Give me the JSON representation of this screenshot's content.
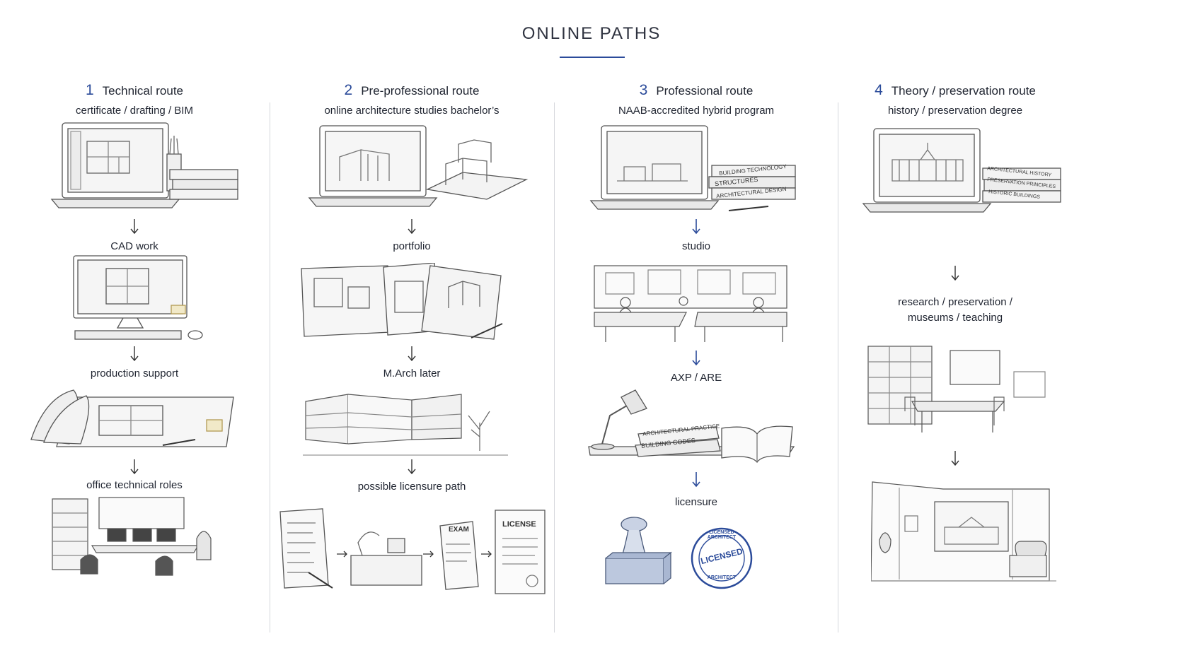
{
  "title": "ONLINE PATHS",
  "accent_color": "#2b4b9a",
  "columns": [
    {
      "number": "1",
      "heading": "Technical route",
      "subheading": "certificate / drafting / BIM",
      "steps": [
        "CAD work",
        "production support",
        "office technical roles"
      ],
      "illustrations": [
        "laptop-floorplan-icon",
        "desktop-cad-icon",
        "blueprint-rolls-icon",
        "office-workstations-icon"
      ]
    },
    {
      "number": "2",
      "heading": "Pre-professional route",
      "subheading": "online architecture studies bachelor’s",
      "steps": [
        "portfolio",
        "M.Arch later",
        "possible licensure path"
      ],
      "illustrations": [
        "laptop-building-model-icon",
        "portfolio-sheets-icon",
        "campus-building-icon",
        "licensure-sequence-icon"
      ],
      "licensure_sequence": {
        "exam": "EXAM",
        "license": "LICENSE"
      }
    },
    {
      "number": "3",
      "heading": "Professional route",
      "subheading": "NAAB-accredited hybrid program",
      "steps": [
        "studio",
        "AXP / ARE",
        "licensure"
      ],
      "illustrations": [
        "laptop-studio-icon",
        "studio-classroom-icon",
        "desk-lamp-books-icon",
        "licensed-stamp-icon"
      ],
      "book_spines": [
        "BUILDING TECHNOLOGY",
        "STRUCTURES",
        "ARCHITECTURAL DESIGN"
      ],
      "desk_books": [
        "ARCHITECTURAL PRACTICE",
        "BUILDING CODES"
      ],
      "stamp": {
        "top": "LICENSED ARCHITECT",
        "center": "LICENSED",
        "bottom": "ARCHITECT"
      }
    },
    {
      "number": "4",
      "heading": "Theory / preservation route",
      "subheading": "history / preservation degree",
      "steps": [
        "research / preservation /",
        "museums / teaching"
      ],
      "illustrations": [
        "laptop-historic-building-icon",
        "library-reading-room-icon",
        "museum-gallery-icon"
      ],
      "book_spines": [
        "ARCHITECTURAL HISTORY",
        "PRESERVATION PRINCIPLES",
        "HISTORIC BUILDINGS"
      ]
    }
  ]
}
